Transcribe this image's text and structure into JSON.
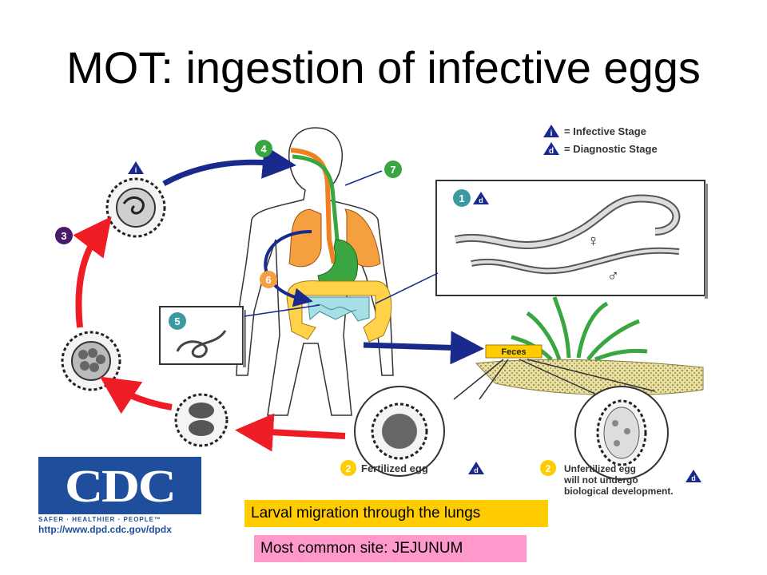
{
  "slide": {
    "title": "MOT: ingestion of infective eggs",
    "notes": {
      "lungs": "Larval migration through the lungs",
      "site": "Most common site: JEJUNUM"
    }
  },
  "legend": {
    "infective": {
      "symbol": "i",
      "text": "= Infective Stage"
    },
    "diagnostic": {
      "symbol": "d",
      "text": "= Diagnostic Stage"
    }
  },
  "steps": {
    "s1": "1",
    "s2a": "2",
    "s2b": "2",
    "s3": "3",
    "s4": "4",
    "s5": "5",
    "s6": "6",
    "s7": "7"
  },
  "labels": {
    "feces": "Feces",
    "fertilized": "Fertilized egg",
    "unfertilized_1": "Unfertilized egg",
    "unfertilized_2": "will not undergo",
    "unfertilized_3": "biological development.",
    "female": "♀",
    "male": "♂",
    "inf_symbol": "i",
    "diag_symbol": "d"
  },
  "cdc": {
    "logo": "CDC",
    "tagline": "SAFER · HEALTHIER · PEOPLE™",
    "url": "http://www.dpd.cdc.gov/dpdx"
  },
  "colors": {
    "blue_arrow": "#1a2a8c",
    "red_arrow": "#ee1c24",
    "lungs": "#f4a040",
    "intestine_yellow": "#ffd24a",
    "intestine_cyan": "#a6e0e6",
    "stomach_green": "#3aa641",
    "feces_box": "#ffcc00",
    "cdc_blue": "#1f4e9c"
  }
}
